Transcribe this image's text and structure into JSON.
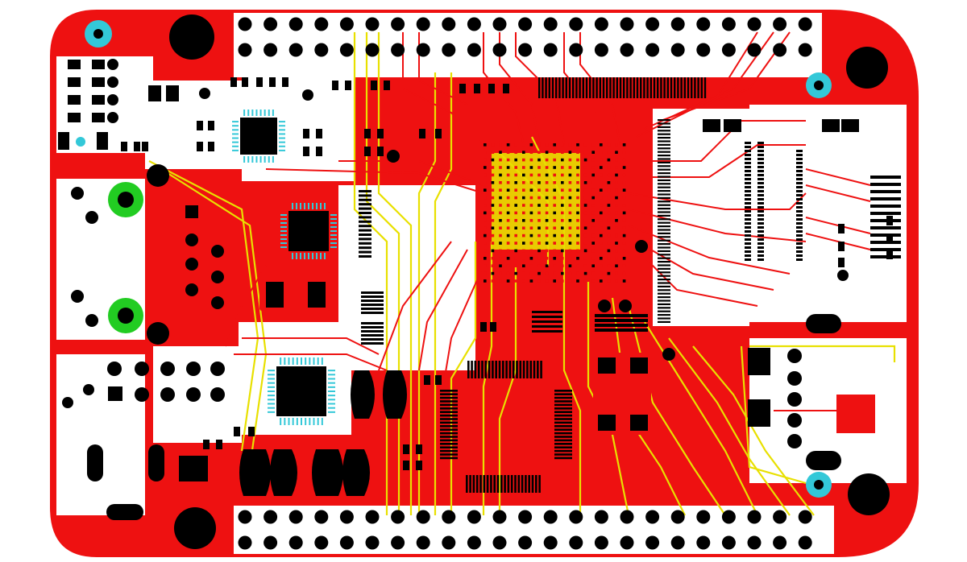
{
  "board": {
    "colors": {
      "background": "#ffffff",
      "copper_top": "#ee1111",
      "copper_bottom": "#e8e000",
      "pad": "#000000",
      "mask_open": "#ffffff",
      "via_ring": "#33c8d8",
      "mounting_ring": "#22cc22",
      "silk": "#f4f4f4"
    },
    "icons": {
      "mounting_hole": "filled-circle",
      "fiducial": "cyan-ring",
      "test_point": "green-ring"
    }
  }
}
